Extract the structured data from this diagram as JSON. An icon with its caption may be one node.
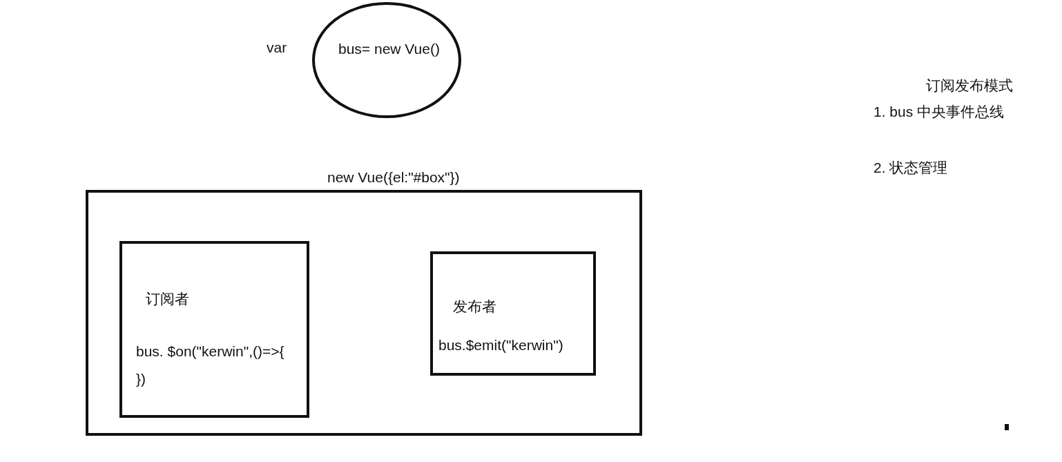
{
  "diagram": {
    "nodes": [
      {
        "text": [
          "bus= new Vue()"
        ],
        "beside": [
          "var"
        ]
      },
      {
        "text": [
          "new Vue({el:\"#box\"})"
        ]
      },
      {
        "text": [
          "订阅者",
          "bus. $on(\"kerwin\",()=>{ })"
        ],
        "in": 1
      },
      {
        "text": [
          "发布者",
          "bus.$emit(\"kerwin\")"
        ],
        "in": 1
      }
    ],
    "labels": [
      "订阅发布模式",
      "1. bus  中央事件总线",
      "2. 状态管理"
    ]
  }
}
